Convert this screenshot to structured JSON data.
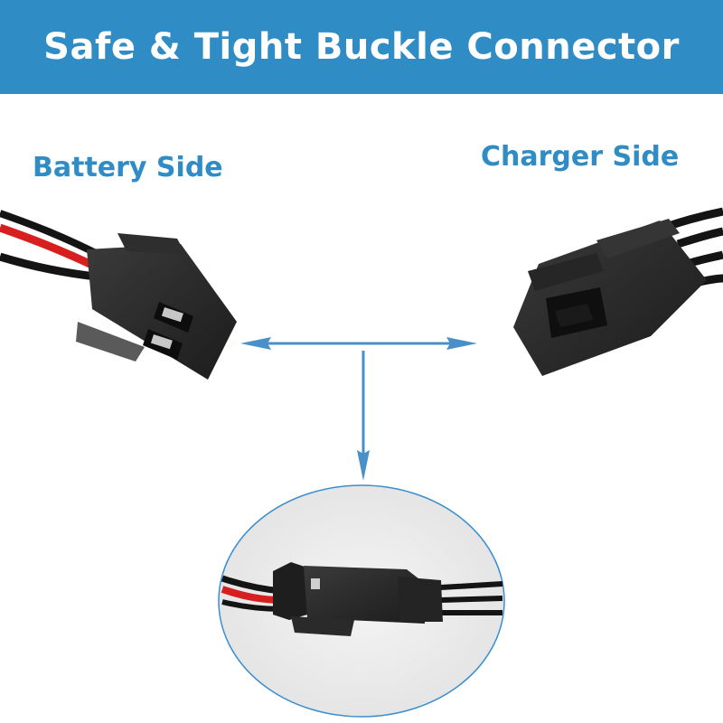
{
  "banner": {
    "title": "Safe & Tight Buckle Connector",
    "color": "#2f8cc4"
  },
  "labels": {
    "battery_side": "Battery Side",
    "charger_side": "Charger Side"
  },
  "colors": {
    "label_text": "#2f8cc4",
    "arrow": "#4a90c8",
    "connector_body": "#2b2b2b",
    "wire_red": "#d81f1f",
    "wire_black": "#141414",
    "inset_border": "#3a8fd0"
  }
}
